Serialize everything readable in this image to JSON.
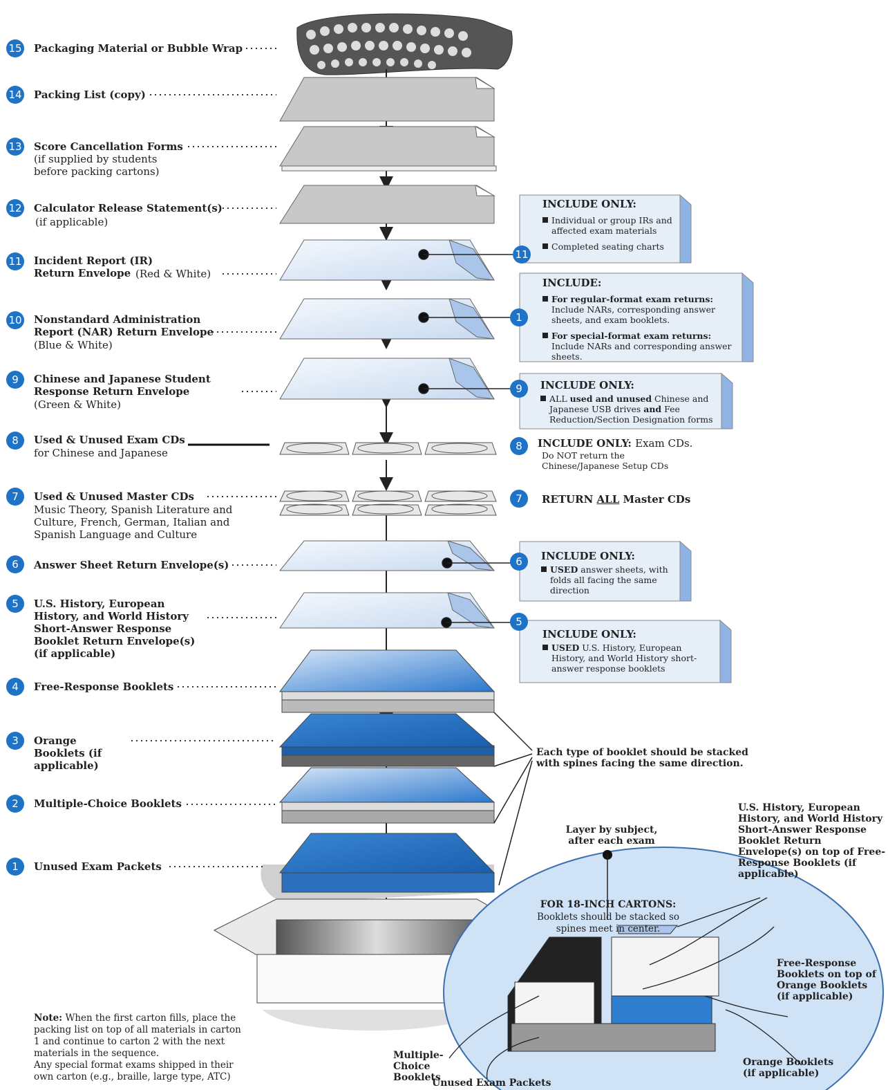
{
  "steps": [
    {
      "num": "15",
      "title": "Packaging Material or Bubble Wrap",
      "sub": ""
    },
    {
      "num": "14",
      "title": "Packing List (copy)",
      "sub": ""
    },
    {
      "num": "13",
      "title": "Score Cancellation Forms",
      "sub": "(if supplied by students before packing cartons)"
    },
    {
      "num": "12",
      "title": "Calculator Release Statement(s)",
      "sub": "(if applicable)"
    },
    {
      "num": "11",
      "title": "Incident Report (IR) Return Envelope",
      "sub": "(Red & White)"
    },
    {
      "num": "10",
      "title": "Nonstandard Administration Report (NAR) Return Envelope",
      "sub": "(Blue & White)"
    },
    {
      "num": "9",
      "title": "Chinese and Japanese Student Response Return Envelope",
      "sub": "(Green & White)"
    },
    {
      "num": "8",
      "title": "Used & Unused Exam CDs",
      "sub": "for Chinese and Japanese"
    },
    {
      "num": "7",
      "title": "Used & Unused Master CDs",
      "sub": "Music Theory, Spanish Literature and Culture, French, German, Italian and Spanish Language and Culture"
    },
    {
      "num": "6",
      "title": "Answer Sheet Return Envelope(s)",
      "sub": ""
    },
    {
      "num": "5",
      "title": "U.S. History, European History, and World History Short-Answer Response Booklet Return Envelope(s) (if applicable)",
      "sub": ""
    },
    {
      "num": "4",
      "title": "Free-Response Booklets",
      "sub": ""
    },
    {
      "num": "3",
      "title": "Orange Booklets (if applicable)",
      "sub": ""
    },
    {
      "num": "2",
      "title": "Multiple-Choice Booklets",
      "sub": ""
    },
    {
      "num": "1",
      "title": "Unused Exam Packets",
      "sub": ""
    }
  ],
  "boxes": {
    "b11": {
      "num": "11",
      "heading": "INCLUDE ONLY:",
      "items": [
        "Individual or group IRs and affected exam materials",
        "Completed seating charts"
      ]
    },
    "b10": {
      "num": "1",
      "heading": "INCLUDE:",
      "items": [
        {
          "bold": "For regular-format exam returns:",
          "text": "Include NARs, corresponding answer sheets, and exam booklets."
        },
        {
          "bold": "For special-format exam returns:",
          "text": " Include NARs and corresponding answer sheets."
        }
      ]
    },
    "b9": {
      "num": "9",
      "heading": "INCLUDE ONLY:",
      "pre": "ALL ",
      "bold1": "used and unused",
      "mid": " Chinese and Japanese USB drives ",
      "bold2": "and",
      "post": " Fee Reduction/Section Designation forms"
    },
    "b8": {
      "num": "8",
      "heading": "INCLUDE ONLY:",
      "heading_rest": "Exam CDs.",
      "sub": "Do NOT return the Chinese/Japanese Setup CDs"
    },
    "b7": {
      "num": "7",
      "pre": "RETURN ",
      "under": "ALL",
      "post": " Master CDs"
    },
    "b6": {
      "num": "6",
      "heading": "INCLUDE ONLY:",
      "bold": "USED",
      "text": " answer sheets, with folds all facing the same direction"
    },
    "b5": {
      "num": "5",
      "heading": "INCLUDE ONLY:",
      "bold": "USED",
      "text": " U.S. History, European History, and World History short-answer response booklets"
    }
  },
  "callouts": {
    "spines": "Each type of booklet should be stacked with spines facing the same direction.",
    "layer": "Layer by subject, after each exam",
    "carton_title": "FOR 18-INCH CARTONS:",
    "carton_sub": "Booklets should be stacked so spines meet in center.",
    "ush": "U.S. History, European History, and World History Short-Answer Response Booklet Return Envelope(s) on top of Free-Response Booklets (if applicable)",
    "fr_on_orange": "Free-Response Booklets on top of Orange Booklets (if applicable)",
    "orange": "Orange Booklets (if applicable)",
    "mc": "Multiple-Choice Booklets",
    "unused": "Unused Exam Packets"
  },
  "note": {
    "bold": "Note:",
    "text": " When the first carton fills, place the packing list on top of all materials in carton 1 and continue to carton 2 with the next materials in the sequence.",
    "text2": "Any special format exams shipped in their own carton (e.g., braille, large type, ATC)"
  },
  "colors": {
    "badge": "#1f73c7",
    "envelope": "#dbe8f7",
    "booklet_blue": "#2f7ed0",
    "paper_gray": "#c8c8c8"
  }
}
